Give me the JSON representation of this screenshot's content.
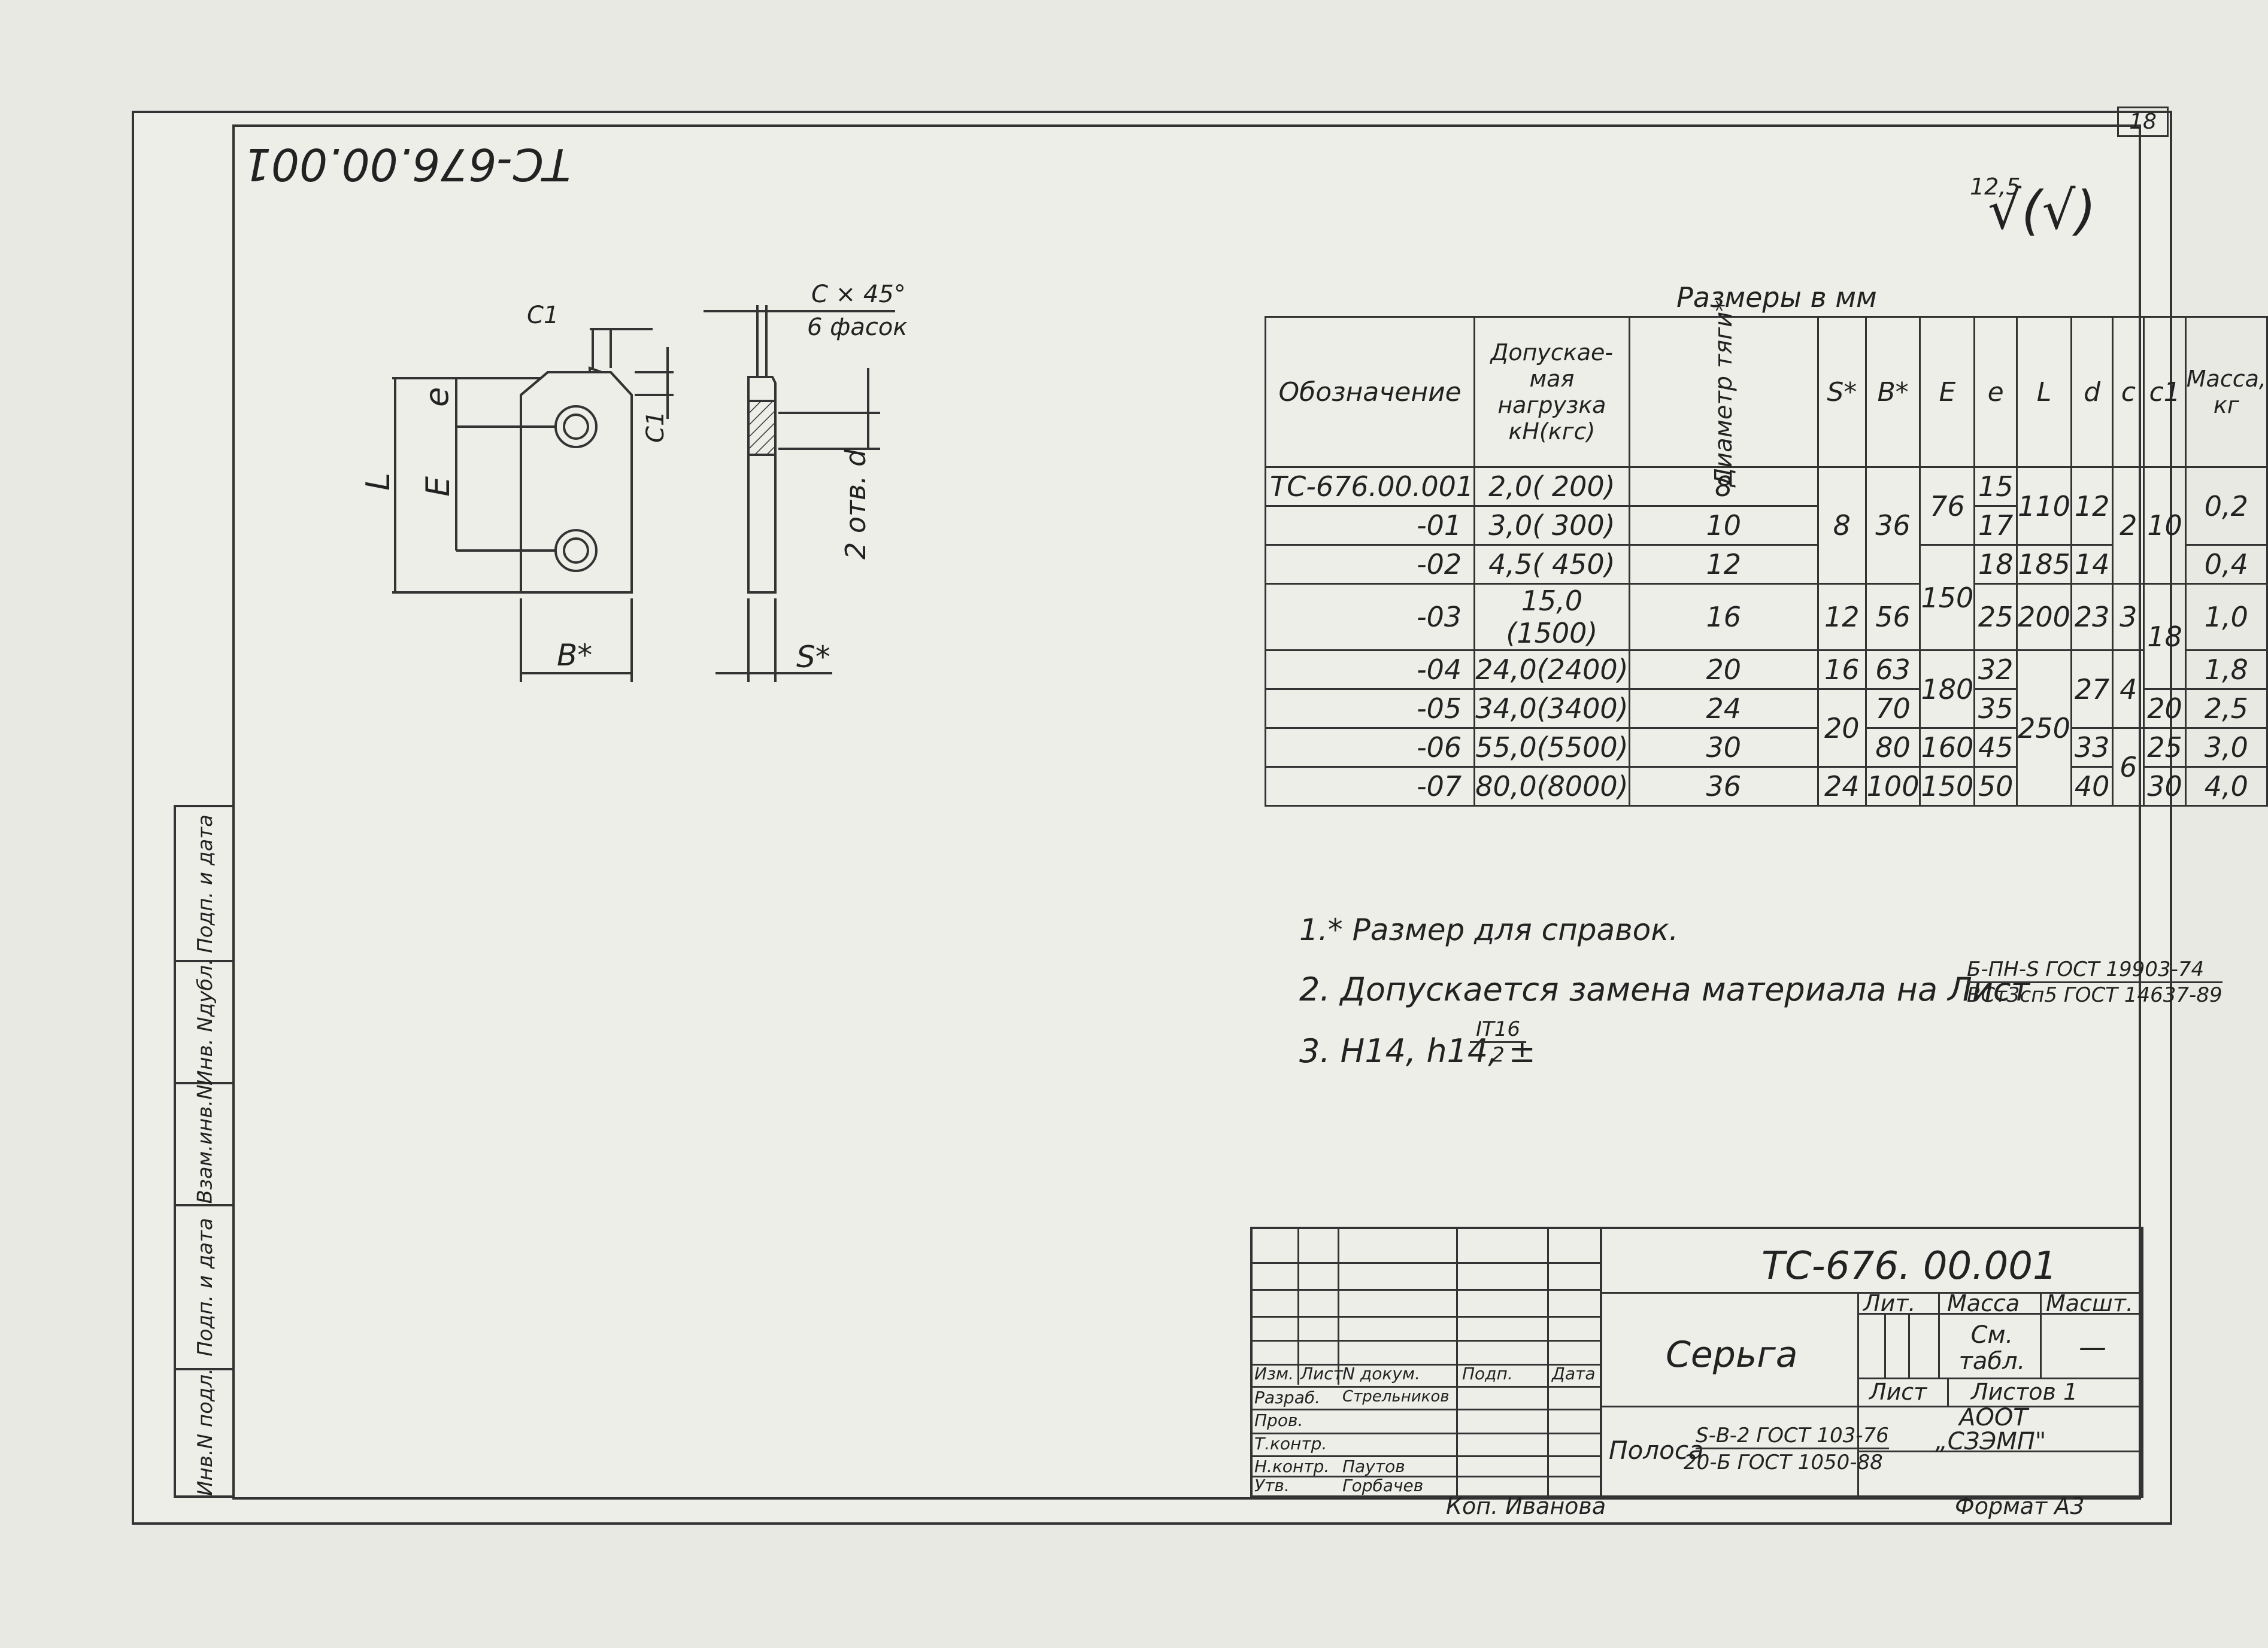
{
  "drawing_code": "ТС-676.00.001",
  "sheet_number": "18",
  "roughness": {
    "value": "12,5",
    "symbol": "√(√)"
  },
  "side_strip": [
    "Инв.N подл.",
    "Подп. и дата",
    "Взам.инв.N",
    "Инв. Nдубл.",
    "Подп. и дата"
  ],
  "views": {
    "left": {
      "labels": [
        "C1",
        "e",
        "L",
        "E",
        "C1",
        "B*"
      ]
    },
    "right": {
      "chamfer_top": "C × 45°",
      "chamfer_bottom": "6 фасок",
      "holes": "2 отв. d",
      "thickness": "S*"
    }
  },
  "table": {
    "caption": "Размеры в мм",
    "headers": [
      "Обозначение",
      "Допускае-мая нагрузка кН(кгс)",
      "Диаметр тяги*",
      "S*",
      "B*",
      "E",
      "e",
      "L",
      "d",
      "c",
      "c1",
      "Масса, кг"
    ],
    "rows": [
      [
        "ТС-676.00.001",
        "2,0( 200)",
        "8"
      ],
      [
        "-01",
        "3,0( 300)",
        "10"
      ],
      [
        "-02",
        "4,5( 450)",
        "12"
      ],
      [
        "-03",
        "15,0 (1500)",
        "16"
      ],
      [
        "-04",
        "24,0(2400)",
        "20"
      ],
      [
        "-05",
        "34,0(3400)",
        "24"
      ],
      [
        "-06",
        "55,0(5500)",
        "30"
      ],
      [
        "-07",
        "80,0(8000)",
        "36"
      ]
    ],
    "S": [
      "8",
      "12",
      "16",
      "20",
      "24"
    ],
    "B": [
      "36",
      "56",
      "63",
      "70",
      "80",
      "100"
    ],
    "E": [
      "76",
      "150",
      "180",
      "160",
      "150"
    ],
    "e": [
      "15",
      "17",
      "18",
      "25",
      "32",
      "35",
      "45",
      "50"
    ],
    "L": [
      "110",
      "185",
      "200",
      "250"
    ],
    "d": [
      "12",
      "14",
      "23",
      "27",
      "33",
      "40"
    ],
    "c": [
      "2",
      "3",
      "4",
      "6"
    ],
    "c1": [
      "10",
      "18",
      "20",
      "25",
      "30"
    ],
    "mass": [
      "0,2",
      "0,4",
      "1,0",
      "1,8",
      "2,5",
      "3,0",
      "4,0"
    ]
  },
  "notes": {
    "n1": "1.* Размер для справок.",
    "n2": "2. Допускается замена материала на Лист",
    "n2_top": "Б-ПН-S ГОСТ 19903-74",
    "n2_bot": "ВСт3сп5 ГОСТ 14637-89",
    "n3": "3. H14, h14, ±",
    "n3_frac_top": "IT16",
    "n3_frac_bot": "2"
  },
  "title_block": {
    "code": "ТС-676. 00.001",
    "name": "Серьга",
    "lit": "Лит.",
    "mass_hdr": "Масса",
    "scale_hdr": "Масшт.",
    "mass_val": "См. табл.",
    "scale_val": "—",
    "sheet": "Лист",
    "sheets": "Листов 1",
    "org1": "АООТ",
    "org2": "„СЗЭМП\"",
    "material_label": "Полоса",
    "material_top": "S-B-2 ГОСТ 103-76",
    "material_bot": "20-Б ГОСТ 1050-88",
    "cols": [
      "Изм.",
      "Лист",
      "N докум.",
      "Подп.",
      "Дата"
    ],
    "roles": [
      "Разраб.",
      "Пров.",
      "Т.контр.",
      "",
      "Н.контр.",
      "Утв."
    ],
    "names": [
      "Стрельников",
      "",
      "",
      "",
      "Паутов",
      "Горбачев"
    ]
  },
  "copied_by": "Коп. Иванова",
  "format": "Формат А3"
}
